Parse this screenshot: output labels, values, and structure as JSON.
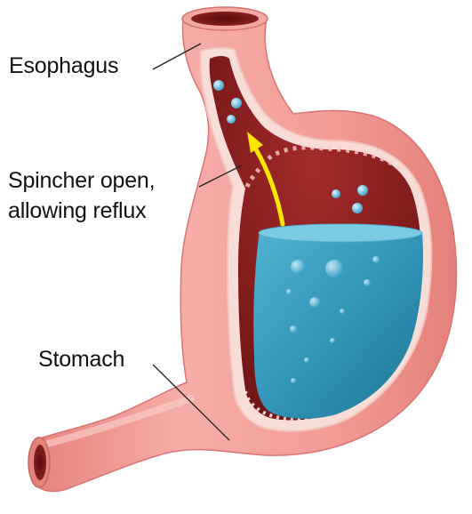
{
  "labels": {
    "esophagus": "Esophagus",
    "sphincter_line1": "Spincher open,",
    "sphincter_line2": "allowing reflux",
    "stomach": "Stomach"
  },
  "colors": {
    "tissue_outer": "#f29a96",
    "tissue_light": "#f7b5b0",
    "tissue_edge": "#e98580",
    "lining": "#f9dcd7",
    "cavity": "#8f1e1f",
    "cavity_dark": "#6d1214",
    "acid": "#3a9fc0",
    "acid_surface": "#74c5df",
    "reflux_arrow": "#ffe600"
  }
}
